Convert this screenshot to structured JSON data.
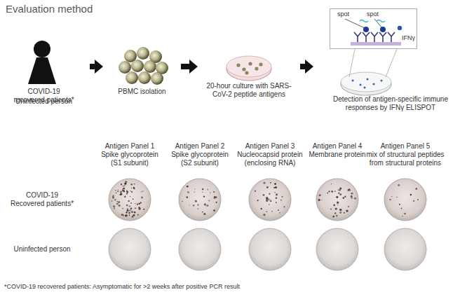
{
  "diagram": {
    "title": "Evaluation method",
    "nodes": [
      {
        "text": [
          "COVID-19 recovered patients*",
          "Uninfected person"
        ]
      },
      {
        "text": [
          "PBMC isolation"
        ]
      },
      {
        "text": [
          "20-hour culture with SARS-CoV-2 peptide antigens"
        ]
      },
      {
        "text": [
          "Detection of antigen-specific immune responses by IFNγ ELISPOT"
        ]
      },
      {
        "text": [
          "spot",
          "spot",
          "IFNγ"
        ],
        "in": 3
      }
    ],
    "edges": [
      {
        "from": 0,
        "to": 1,
        "arrow": "to"
      },
      {
        "from": 1,
        "to": 2,
        "arrow": "to"
      },
      {
        "from": 2,
        "to": 3,
        "arrow": "to"
      }
    ],
    "labels": [
      "Antigen Panel 1",
      "Spike glycoprotein (S1 subunit)",
      "Antigen Panel 2",
      "Spike glycoprotein (S2 subunit)",
      "Antigen Panel 3",
      "Nucleocapsid protein (enclosing RNA)",
      "Antigen Panel 4",
      "Membrane protein",
      "Antigen Panel 5",
      "mix of structural peptides from structural proteins",
      "COVID-19 Recovered patients*",
      "Uninfected person",
      "*COVID-19 recovered patients: Asymptomatic for >2 weeks after positive PCR result"
    ]
  }
}
